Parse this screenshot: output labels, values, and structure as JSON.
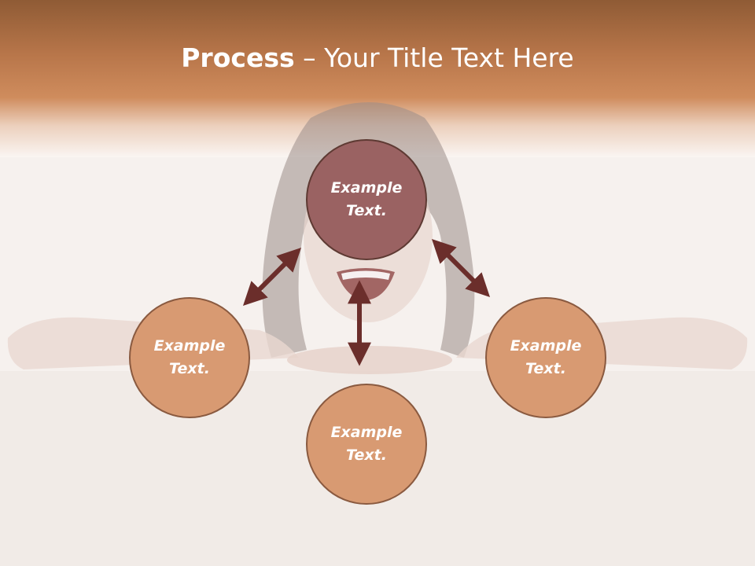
{
  "slide": {
    "title_bold": "Process",
    "title_rest": " – Your Title Text Here"
  },
  "diagram": {
    "center": "Example\nText.",
    "left": "Example\nText.",
    "right": "Example\nText.",
    "bottom": "Example\nText."
  },
  "colors": {
    "header": "#b8764a",
    "center_node": "#9a6262",
    "outer_node": "#d89a72",
    "arrow": "#6b2e2b"
  },
  "icons": [
    "woman-photo-background",
    "double-arrow-icon"
  ]
}
